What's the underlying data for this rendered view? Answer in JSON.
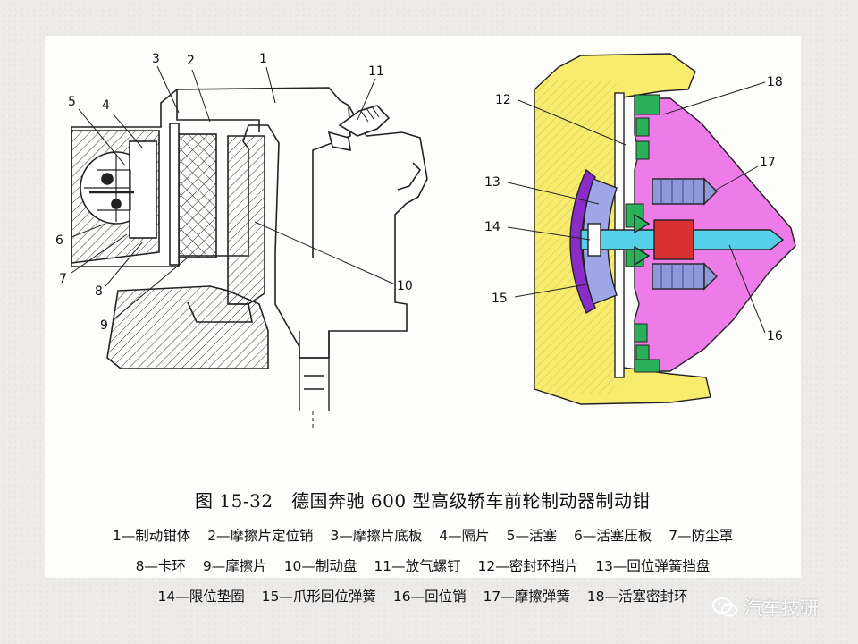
{
  "figure": {
    "caption": "图 15-32　德国奔驰 600 型高级轿车前轮制动器制动钳",
    "legend_lines": [
      [
        "1—制动钳体",
        "2—摩擦片定位销",
        "3—摩擦片底板",
        "4—隔片",
        "5—活塞",
        "6—活塞压板",
        "7—防尘罩"
      ],
      [
        "8—卡环",
        "9—摩擦片",
        "10—制动盘",
        "11—放气螺钉",
        "12—密封环挡片",
        "13—回位弹簧挡盘"
      ],
      [
        "14—限位垫圈",
        "15—爪形回位弹簧",
        "16—回位销",
        "17—摩擦弹簧",
        "18—活塞密封环"
      ]
    ]
  },
  "left_diagram": {
    "callouts": [
      "1",
      "2",
      "3",
      "4",
      "5",
      "6",
      "7",
      "8",
      "9",
      "10",
      "11"
    ]
  },
  "right_diagram": {
    "callouts": [
      "12",
      "13",
      "14",
      "15",
      "16",
      "17",
      "18"
    ],
    "colors": {
      "housing": "#f7ec6e",
      "piston": "#ee7ce8",
      "seal_ring": "#2bb05a",
      "spring_disc": "#8a2cc9",
      "pin": "#55d0e8",
      "washer": "#d93131",
      "spring": "#8f98d8"
    }
  },
  "watermark": {
    "text": "汽车技研",
    "icon": "wechat-icon"
  }
}
